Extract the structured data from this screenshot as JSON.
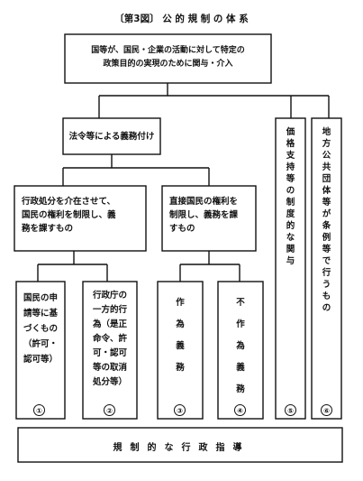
{
  "title": "〔第3図〕 公 的 規 制 の 体 系",
  "top_box": {
    "line1": "国等が、国民・企業の活動に対して特定の",
    "line2": "政策目的の実現のために関与・介入"
  },
  "level2": {
    "houreitou": "法令等による義務付け",
    "kakaku": "価格支持等の制度的な関与",
    "chiho": "地方公共団体等が条例等で行うもの"
  },
  "level3": {
    "gyosei": {
      "line1": "行政処分を介在させて、",
      "line2": "国民の権利を制限し、義",
      "line3": "務を課すもの"
    },
    "chokusetsu": {
      "line1": "直接国民の権利を",
      "line2": "制限し、義務を課",
      "line3": "すもの"
    }
  },
  "level4": {
    "b1": {
      "line1": "国民の申",
      "line2": "請等に基",
      "line3": "づくもの",
      "line4": "（許可・",
      "line5": "認可等）"
    },
    "b2": {
      "line1": "行政庁の",
      "line2": "一方的行",
      "line3": "為（是正",
      "line4": "命令、許",
      "line5": "可・認可",
      "line6": "等の取消",
      "line7": "処分等）"
    },
    "b3": "作為義務",
    "b4": "不作為義務"
  },
  "numbers": [
    "①",
    "②",
    "③",
    "④",
    "⑤",
    "⑥"
  ],
  "bottom_box": "規制的な行政指導"
}
